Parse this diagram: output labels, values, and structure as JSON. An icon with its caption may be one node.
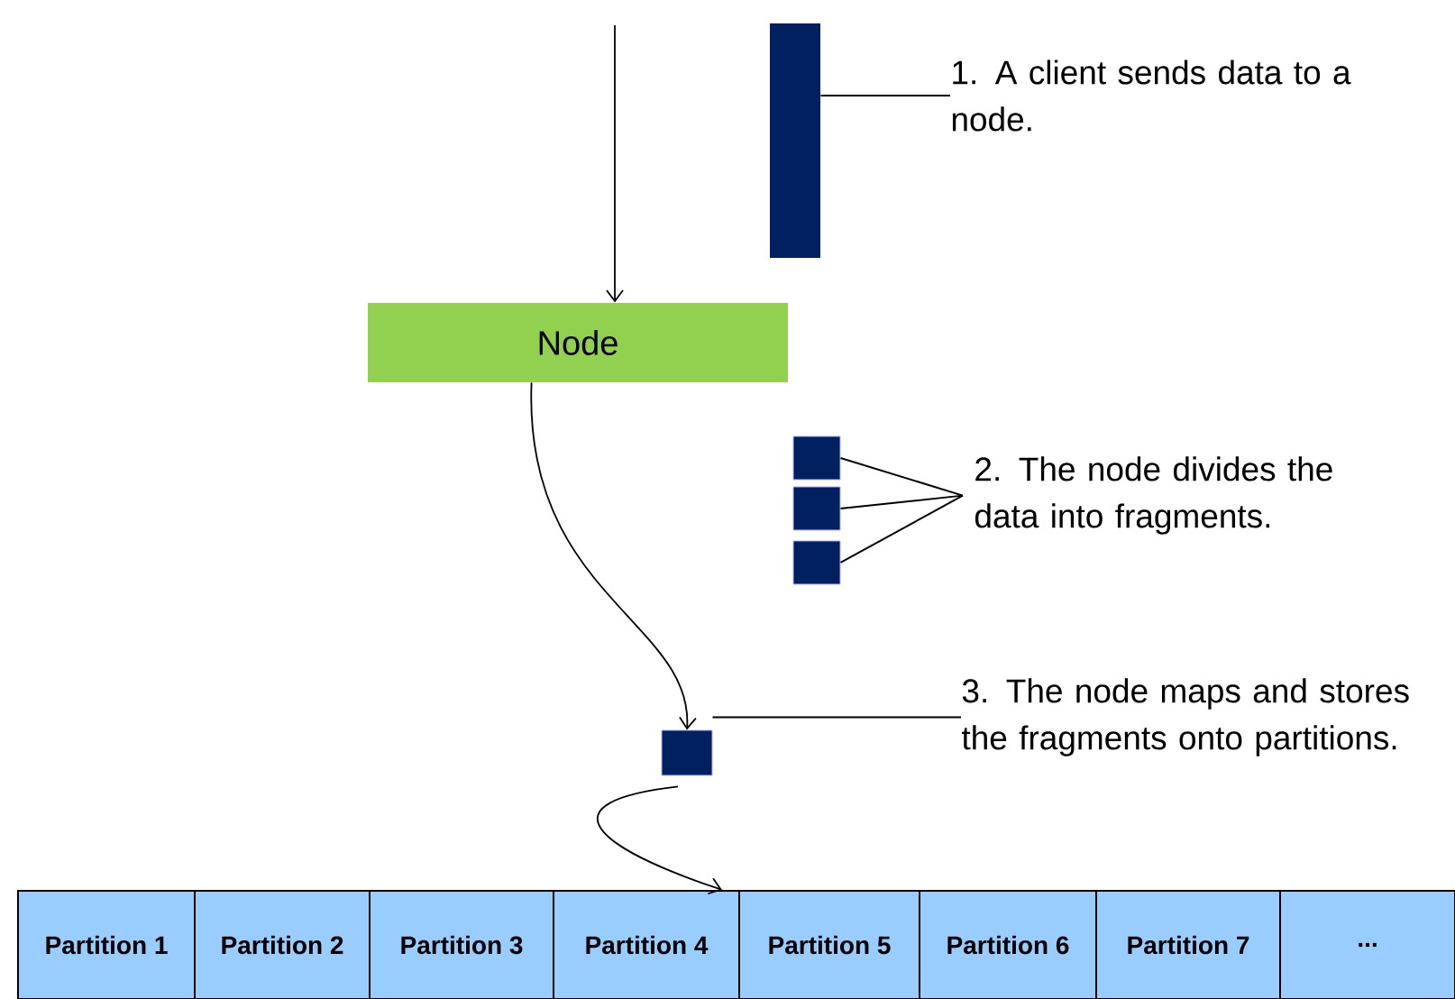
{
  "diagram": {
    "nodes": [
      {
        "text": [],
        "shape": "bar"
      },
      {
        "text": [
          "1. A client sends data to a node."
        ]
      },
      {
        "text": [
          "Node"
        ]
      },
      {
        "text": [],
        "shape": "box"
      },
      {
        "text": [],
        "shape": "box"
      },
      {
        "text": [],
        "shape": "box"
      },
      {
        "text": [
          "2. The node divides the data into fragments."
        ]
      },
      {
        "text": [],
        "shape": "box"
      },
      {
        "text": [
          "3. The node maps and stores the fragments onto partitions."
        ]
      },
      {
        "text": [
          "Partition 1"
        ]
      },
      {
        "text": [
          "Partition 2"
        ]
      },
      {
        "text": [
          "Partition 3"
        ]
      },
      {
        "text": [
          "Partition 4"
        ]
      },
      {
        "text": [
          "Partition 5"
        ]
      },
      {
        "text": [
          "Partition 6"
        ]
      },
      {
        "text": [
          "Partition 7"
        ]
      },
      {
        "text": [
          "..."
        ]
      }
    ],
    "edges": [
      {
        "from": null,
        "to": 2,
        "arrow": "to"
      },
      {
        "from": 1,
        "to": 0,
        "arrow": "none"
      },
      {
        "from": 2,
        "to": 7,
        "arrow": "to"
      },
      {
        "from": 7,
        "to": 12,
        "arrow": "to"
      },
      {
        "from": 6,
        "to": 3,
        "arrow": "none"
      },
      {
        "from": 6,
        "to": 4,
        "arrow": "none"
      },
      {
        "from": 6,
        "to": 5,
        "arrow": "none"
      },
      {
        "from": 8,
        "to": 7,
        "arrow": "none"
      }
    ]
  }
}
